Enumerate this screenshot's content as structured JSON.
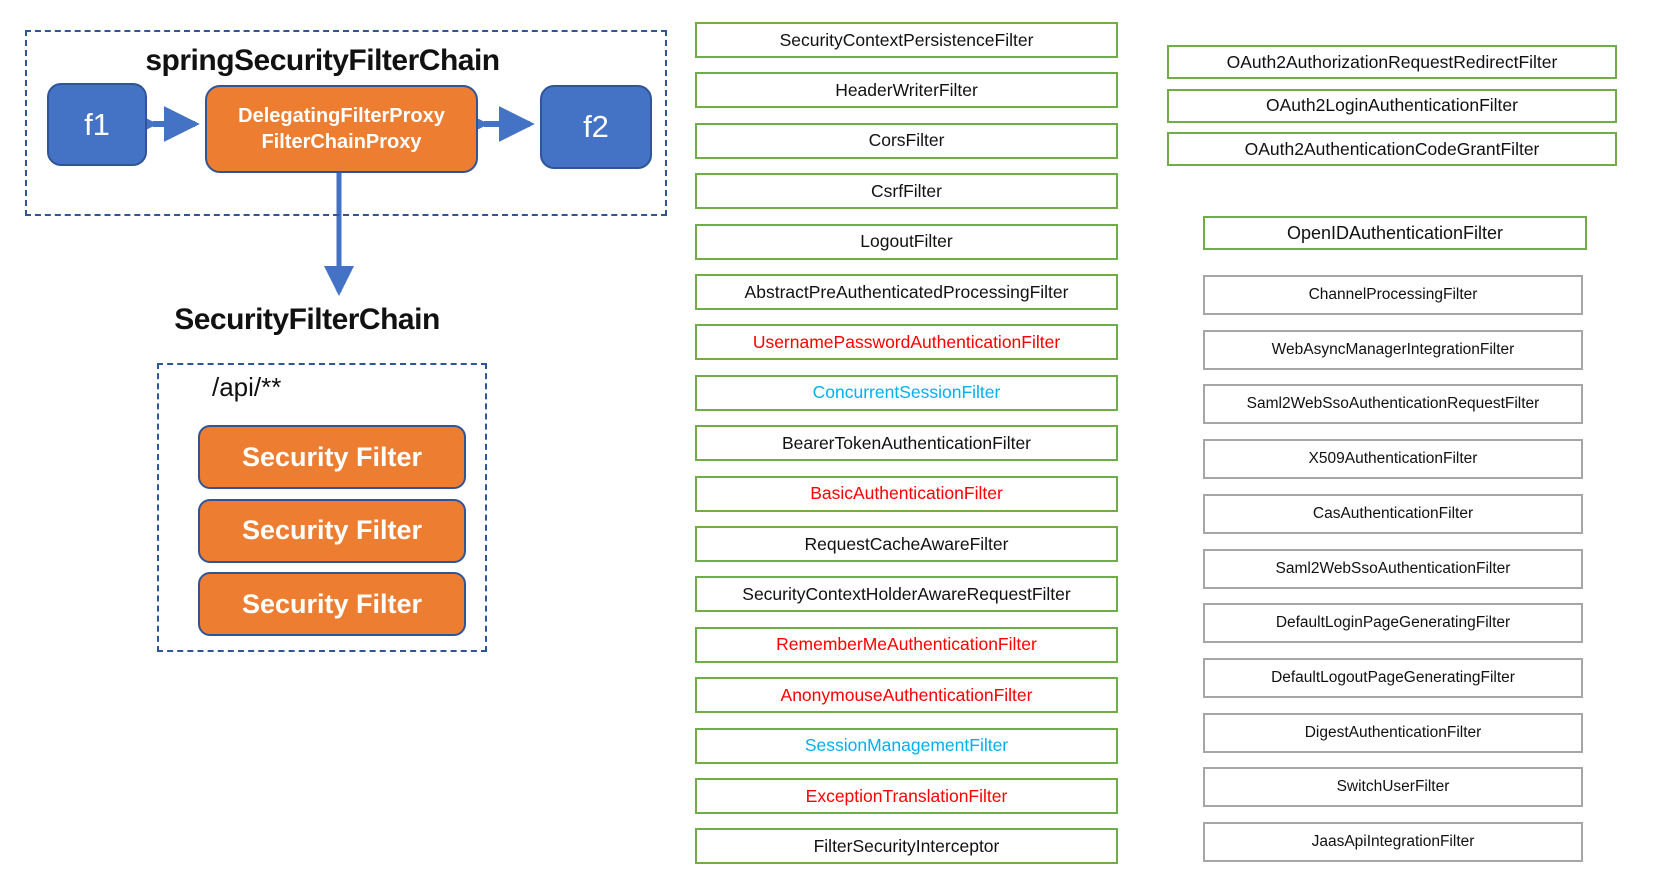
{
  "colors": {
    "green_border": "#70AD47",
    "gray_border": "#A6A6A6",
    "blue_fill": "#4472C4",
    "dark_blue_border": "#2F5597",
    "orange_fill": "#ED7D31",
    "dashed_blue": "#2E5597",
    "arrow_blue": "#4472C4",
    "red_text": "#FF0000",
    "cyan_text": "#00B0F0",
    "black_text": "#111111"
  },
  "left_diagram": {
    "chain_title": "springSecurityFilterChain",
    "f1_label": "f1",
    "f2_label": "f2",
    "proxy_line1": "DelegatingFilterProxy",
    "proxy_line2": "FilterChainProxy",
    "security_chain_title": "SecurityFilterChain",
    "api_pattern": "/api/**",
    "security_filter_labels": [
      "Security Filter",
      "Security Filter",
      "Security Filter"
    ]
  },
  "middle_filters": [
    {
      "label": "SecurityContextPersistenceFilter",
      "color": "black"
    },
    {
      "label": "HeaderWriterFilter",
      "color": "black"
    },
    {
      "label": "CorsFilter",
      "color": "black"
    },
    {
      "label": "CsrfFilter",
      "color": "black"
    },
    {
      "label": "LogoutFilter",
      "color": "black"
    },
    {
      "label": "AbstractPreAuthenticatedProcessingFilter",
      "color": "black"
    },
    {
      "label": "UsernamePasswordAuthenticationFilter",
      "color": "red"
    },
    {
      "label": "ConcurrentSessionFilter",
      "color": "cyan"
    },
    {
      "label": "BearerTokenAuthenticationFilter",
      "color": "black"
    },
    {
      "label": "BasicAuthenticationFilter",
      "color": "red"
    },
    {
      "label": "RequestCacheAwareFilter",
      "color": "black"
    },
    {
      "label": "SecurityContextHolderAwareRequestFilter",
      "color": "black"
    },
    {
      "label": "RememberMeAuthenticationFilter",
      "color": "red"
    },
    {
      "label": "AnonymouseAuthenticationFilter",
      "color": "red"
    },
    {
      "label": "SessionManagementFilter",
      "color": "cyan"
    },
    {
      "label": "ExceptionTranslationFilter",
      "color": "red"
    },
    {
      "label": "FilterSecurityInterceptor",
      "color": "black"
    }
  ],
  "oauth_filters": [
    {
      "label": "OAuth2AuthorizationRequestRedirectFilter",
      "color": "black"
    },
    {
      "label": "OAuth2LoginAuthenticationFilter",
      "color": "black"
    },
    {
      "label": "OAuth2AuthenticationCodeGrantFilter",
      "color": "black"
    }
  ],
  "openid_filter": {
    "label": "OpenIDAuthenticationFilter",
    "color": "black"
  },
  "misc_filters": [
    {
      "label": "ChannelProcessingFilter",
      "color": "black"
    },
    {
      "label": "WebAsyncManagerIntegrationFilter",
      "color": "black"
    },
    {
      "label": "Saml2WebSsoAuthenticationRequestFilter",
      "color": "black"
    },
    {
      "label": "X509AuthenticationFilter",
      "color": "black"
    },
    {
      "label": "CasAuthenticationFilter",
      "color": "black"
    },
    {
      "label": "Saml2WebSsoAuthenticationFilter",
      "color": "black"
    },
    {
      "label": "DefaultLoginPageGeneratingFilter",
      "color": "black"
    },
    {
      "label": "DefaultLogoutPageGeneratingFilter",
      "color": "black"
    },
    {
      "label": "DigestAuthenticationFilter",
      "color": "black"
    },
    {
      "label": "SwitchUserFilter",
      "color": "black"
    },
    {
      "label": "JaasApiIntegrationFilter",
      "color": "black"
    }
  ]
}
